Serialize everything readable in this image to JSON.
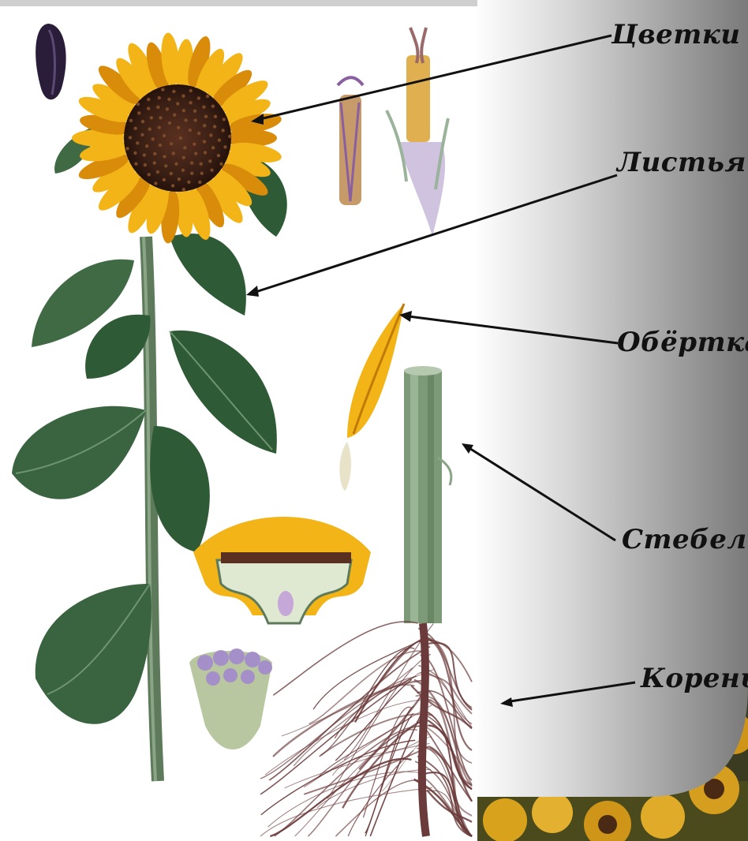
{
  "labels": {
    "flowers": "Цветки",
    "leaves": "Листья.",
    "involucre": "Обёртка",
    "stem": "Стебель.",
    "root": "Корень."
  },
  "colors": {
    "petal": "#f2b417",
    "petal_dark": "#d98c0a",
    "disc": "#3a1f14",
    "leaf": "#2f5a36",
    "leaf_light": "#4f7d52",
    "stem": "#5d7a5a",
    "root": "#6b3a3a",
    "floret": "#a58fc9",
    "panel_light": "#ffffff",
    "panel_gray": "#8e8e8e"
  }
}
